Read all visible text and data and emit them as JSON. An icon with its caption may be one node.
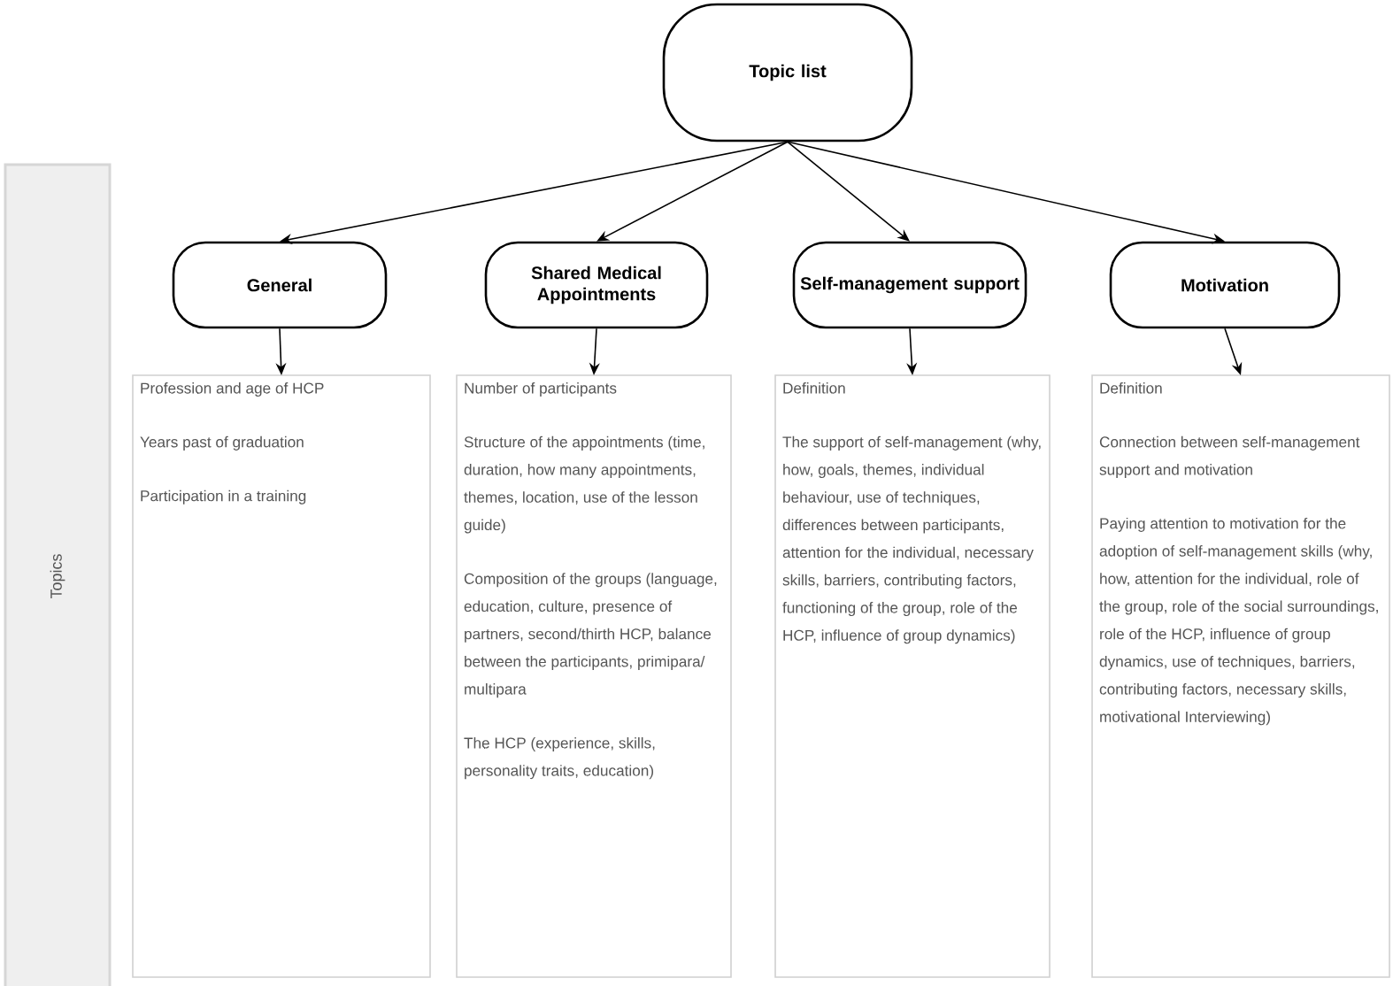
{
  "diagram": {
    "nodes": [
      {
        "text": [
          "Topic list"
        ]
      },
      {
        "text": [
          "General"
        ]
      },
      {
        "text": [
          "Shared Medical Appointments"
        ]
      },
      {
        "text": [
          "Self-management support"
        ]
      },
      {
        "text": [
          "Motivation"
        ]
      },
      {
        "text": [
          "Topics"
        ]
      },
      {
        "text": [
          "Profession and age of HCP",
          "Years past of graduation",
          "Participation in a training"
        ]
      },
      {
        "text": [
          "Number of participants",
          "Structure of the appointments (time, duration, how many appointments, themes, location, use of the lesson guide)",
          "Composition of the groups (language, education, culture, presence of partners, second/thirth HCP, balance between the participants, primipara/ multipara",
          "The HCP (experience, skills, personality traits, education)"
        ]
      },
      {
        "text": [
          "Definition",
          "The support of self-management (why, how, goals, themes, individual behaviour, use of techniques, differences between participants, attention for the individual, necessary skills, barriers, contributing factors, functioning of the group, role of the HCP, influence of group dynamics)"
        ]
      },
      {
        "text": [
          "Definition",
          "Connection between self-management support and motivation",
          "Paying attention to motivation for the adoption of self-management skills (why, how, attention for the individual, role of the group, role of the social surroundings, role of the HCP, influence of group dynamics, use of techniques, barriers, contributing factors, necessary skills, motivational Interviewing)"
        ]
      }
    ],
    "edges": [
      {
        "from": 0,
        "to": 1,
        "arrow": "to"
      },
      {
        "from": 0,
        "to": 2,
        "arrow": "to"
      },
      {
        "from": 0,
        "to": 3,
        "arrow": "to"
      },
      {
        "from": 0,
        "to": 4,
        "arrow": "to"
      },
      {
        "from": 1,
        "to": 6,
        "arrow": "to"
      },
      {
        "from": 2,
        "to": 7,
        "arrow": "to"
      },
      {
        "from": 3,
        "to": 8,
        "arrow": "to"
      },
      {
        "from": 4,
        "to": 9,
        "arrow": "to"
      }
    ]
  }
}
